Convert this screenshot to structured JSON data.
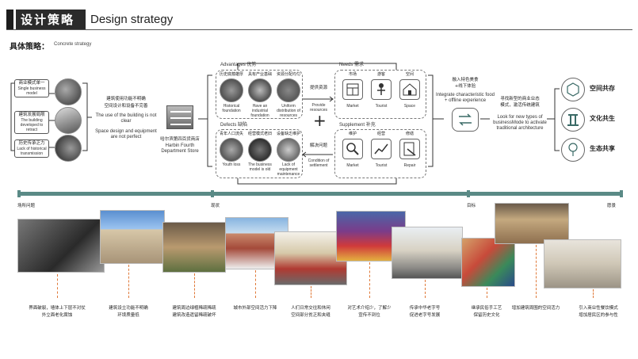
{
  "header": {
    "title_cn": "设计策略",
    "title_en": "Design strategy"
  },
  "subheader": {
    "title_cn": "具体策略：",
    "title_en": "Concrete strategy"
  },
  "left_problems": [
    {
      "cn": "商业模式单一",
      "en": "Single business model"
    },
    {
      "cn": "建筑发展局限",
      "en": "The building developed to retract"
    },
    {
      "cn": "历史传承乏力",
      "en": "Lack of historical transmission"
    }
  ],
  "mid_left": {
    "cn1": "建筑使用功能不明确",
    "cn2": "空间设计和设备不完善",
    "en1": "The use of the building is not clear",
    "en2": "Space design and equipment are not perfect"
  },
  "store": {
    "cn": "哈尔滨第四百货商店",
    "en": "Harbin Fourth Department Store"
  },
  "advantages": {
    "title": "Advantages 优势",
    "items": [
      {
        "cn": "历史底蕴雄厚",
        "en": "Historical foundation"
      },
      {
        "cn": "具有产业基础",
        "en": "Have an industrial foundation"
      },
      {
        "cn": "资源分配均匀",
        "en": "Uniform distribution of resources"
      }
    ],
    "action_cn": "提供资源",
    "action_en": "Provide resources"
  },
  "needs": {
    "title": "Needs 需求",
    "cols": [
      "市场",
      "游客",
      "空间"
    ],
    "items": [
      "Market",
      "Tourist",
      "Space"
    ]
  },
  "defects": {
    "title": "Defects 缺陷",
    "items": [
      {
        "cn": "青年人口流失",
        "en": "Youth loss"
      },
      {
        "cn": "经营模式老旧",
        "en": "The business model is old"
      },
      {
        "cn": "设备缺乏维护",
        "en": "Lack of equipment maintenance"
      }
    ],
    "action_cn": "解决问题",
    "action_en": "Condition of settlement"
  },
  "supplement": {
    "title": "Supplement 补充",
    "cols": [
      "维护",
      "经营",
      "修缮"
    ],
    "items": [
      "Market",
      "Tourist",
      "Repair"
    ]
  },
  "plus": "+",
  "integrate": {
    "cn1": "融入特色美食",
    "cn2": "+线下体验",
    "en": "Integrate characteristic food + offline experience"
  },
  "newmode": {
    "cn1": "寻找新型的商业业态",
    "cn2": "模式，激活传统建筑",
    "en": "Look for new types of businessMode to activate traditional architecture"
  },
  "outcomes": [
    "空间共存",
    "文化共生",
    "生态共享"
  ],
  "timeline": {
    "labels": [
      "场所问题",
      "现状",
      "目标",
      "愿景"
    ]
  },
  "bottom_notes": [
    "界面破裂，墙体上下层不对仗\n外立面老化腐蚀",
    "建筑设立功能不明确\n环境质量低",
    "建筑周边绿植稀疏稀疏\n建筑改造遗留稀疏破坏",
    "城市外部空间活力下降",
    "人们日常交往和休闲\n空间部分贫乏和夹缝",
    "对艺术介绍少，了解少\n宣传不到位",
    "传承中华老字号\n促进老字号发展",
    "继承民俗手工艺\n保留历史文化",
    "增加建筑周围的空间活力",
    "引入商业性餐饮模式\n增加居民区的参与性"
  ]
}
